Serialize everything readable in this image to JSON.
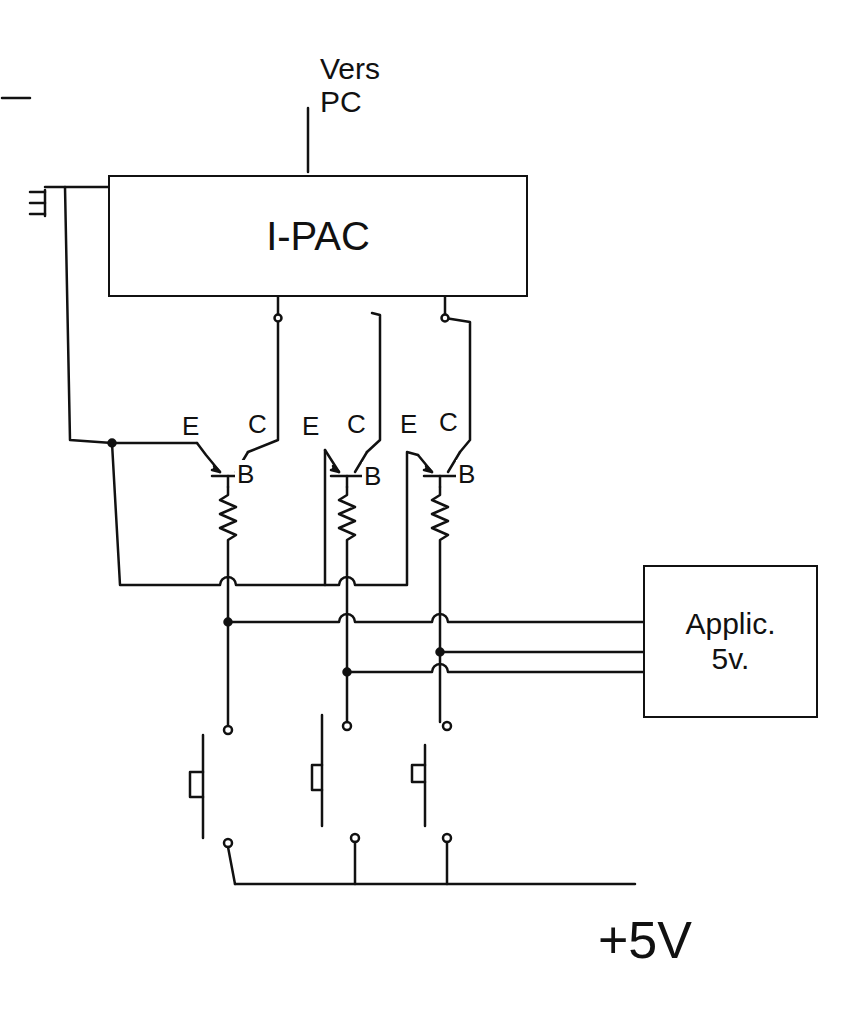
{
  "diagram": {
    "nodes": [
      {
        "text": [
          "I-PAC"
        ]
      },
      {
        "text": [
          "Applic. 5v."
        ]
      }
    ],
    "labels": [
      "Vers PC",
      "E",
      "C",
      "B",
      "E",
      "C",
      "B",
      "E",
      "C",
      "B",
      "+5V"
    ]
  }
}
